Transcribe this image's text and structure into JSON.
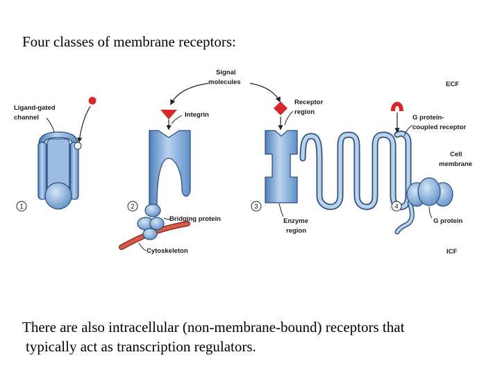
{
  "heading": "Four classes of membrane receptors:",
  "footer": {
    "line1": "There are also intracellular (non-membrane-bound) receptors that",
    "line2": "typically act as transcription regulators."
  },
  "labels": {
    "signal_molecules_1": "Signal",
    "signal_molecules_2": "molecules",
    "ligand_gated_1": "Ligand-gated",
    "ligand_gated_2": "channel",
    "integrin": "Integrin",
    "receptor_region_1": "Receptor",
    "receptor_region_2": "region",
    "ecf": "ECF",
    "gpcr_1": "G protein-",
    "gpcr_2": "coupled receptor",
    "cell_membrane_1": "Cell",
    "cell_membrane_2": "membrane",
    "bridging_protein": "Bridging protein",
    "enzyme_region_1": "Enzyme",
    "enzyme_region_2": "region",
    "g_protein": "G protein",
    "cytoskeleton": "Cytoskeleton",
    "icf": "ICF"
  },
  "numbers": {
    "n1": "1",
    "n2": "2",
    "n3": "3",
    "n4": "4"
  },
  "colors": {
    "receptor_blue": "#6e9fd4",
    "receptor_light": "#b9d3ef",
    "outline": "#2d4f7a",
    "ligand_red": "#d8262a",
    "cytoskeleton_red": "#c8483a"
  }
}
